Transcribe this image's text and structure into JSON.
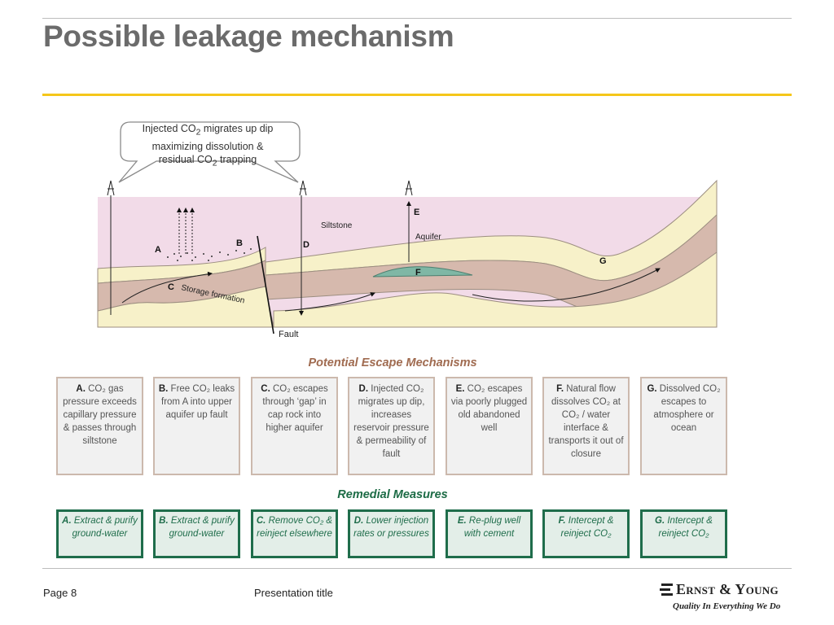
{
  "slide": {
    "title": "Possible leakage mechanism"
  },
  "callout": {
    "line1_a": "Injected  CO",
    "line1_sub": "2",
    "line1_b": " migrates up dip",
    "line2": "maximizing dissolution &",
    "line3_a": "residual CO",
    "line3_sub": "2",
    "line3_b": " trapping"
  },
  "diagram": {
    "labels": {
      "siltstone": "Siltstone",
      "aquifer": "Aquifer",
      "storage": "Storage formation",
      "fault": "Fault",
      "a": "A",
      "b": "B",
      "c": "C",
      "d": "D",
      "e": "E",
      "f": "F",
      "g": "G"
    },
    "colors": {
      "siltstone": "#f2dbe8",
      "aquifer": "#f7f1c9",
      "rock": "#d6b9ad",
      "trap": "#7fb7a5"
    }
  },
  "escape": {
    "heading": "Potential Escape Mechanisms",
    "a": {
      "key": "A.",
      "text": "CO₂ gas pressure exceeds capillary pressure & passes through siltstone"
    },
    "b": {
      "key": "B.",
      "text": "Free CO₂ leaks from A into upper aquifer up fault"
    },
    "c": {
      "key": "C.",
      "text": "CO₂ escapes through ‘gap’ in cap rock into higher aquifer"
    },
    "d": {
      "key": "D.",
      "text": "Injected CO₂ migrates up dip, increases reservoir pressure & permeability of fault"
    },
    "e": {
      "key": "E.",
      "text": "CO₂ escapes via poorly plugged old abandoned well"
    },
    "f": {
      "key": "F.",
      "text": "Natural flow dissolves CO₂ at CO₂ / water interface & transports it out of closure"
    },
    "g": {
      "key": "G.",
      "text": "Dissolved CO₂ escapes to atmosphere or ocean"
    }
  },
  "remedial": {
    "heading": "Remedial Measures",
    "a": {
      "key": "A.",
      "text": "Extract & purify ground-water"
    },
    "b": {
      "key": "B.",
      "text": "Extract & purify ground-water"
    },
    "c": {
      "key": "C.",
      "text": "Remove CO₂ & reinject elsewhere"
    },
    "d": {
      "key": "D.",
      "text": "Lower injection rates or pressures"
    },
    "e": {
      "key": "E.",
      "text": "Re-plug well with cement"
    },
    "f": {
      "key": "F.",
      "text": "Intercept & reinject CO₂"
    },
    "g": {
      "key": "G.",
      "text": "Intercept & reinject CO₂"
    }
  },
  "footer": {
    "page": "Page 8",
    "presentation_title": "Presentation title"
  },
  "brand": {
    "name": "Ernst & Young",
    "tagline": "Quality In Everything We Do"
  }
}
